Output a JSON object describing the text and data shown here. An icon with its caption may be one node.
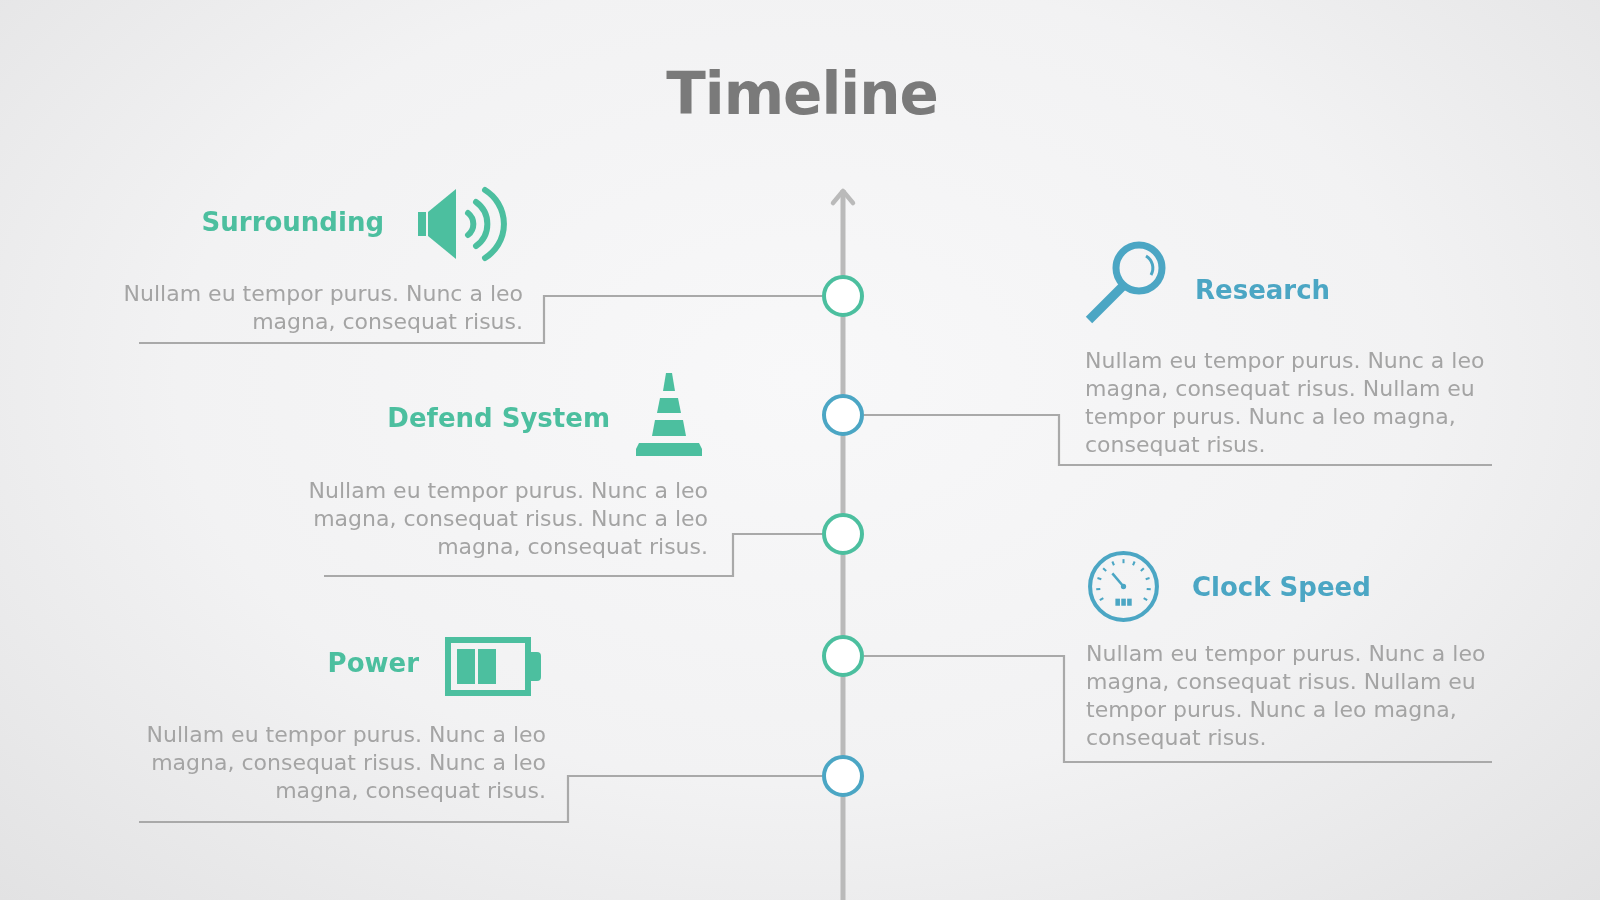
{
  "diagram": {
    "title": "Timeline",
    "nodes": [
      {
        "text": [
          "Surrounding",
          "Nullam eu tempor purus. Nunc a leo magna, consequat risus."
        ]
      },
      {
        "text": [
          "Research",
          "Nullam eu tempor purus. Nunc a leo magna, consequat risus. Nullam eu tempor purus. Nunc a leo magna, consequat risus."
        ]
      },
      {
        "text": [
          "Defend System",
          "Nullam eu tempor purus. Nunc a leo magna, consequat risus. Nunc a leo magna, consequat risus."
        ]
      },
      {
        "text": [
          "Clock Speed",
          "Nullam eu tempor purus. Nunc a leo magna, consequat risus. Nullam eu tempor purus. Nunc a leo magna, consequat risus."
        ]
      },
      {
        "text": [
          "Power",
          "Nullam eu tempor purus. Nunc a leo magna, consequat risus. Nunc a leo magna, consequat risus."
        ]
      },
      {
        "text": [],
        "shape": "circle"
      },
      {
        "text": [],
        "shape": "circle"
      },
      {
        "text": [],
        "shape": "circle"
      },
      {
        "text": [],
        "shape": "circle"
      },
      {
        "text": [],
        "shape": "circle"
      }
    ],
    "edges": [
      {
        "from": 5,
        "to": 0,
        "arrow": "none"
      },
      {
        "from": 6,
        "to": 1,
        "arrow": "none"
      },
      {
        "from": 7,
        "to": 2,
        "arrow": "none"
      },
      {
        "from": 8,
        "to": 3,
        "arrow": "none"
      },
      {
        "from": 9,
        "to": 4,
        "arrow": "none"
      }
    ]
  }
}
